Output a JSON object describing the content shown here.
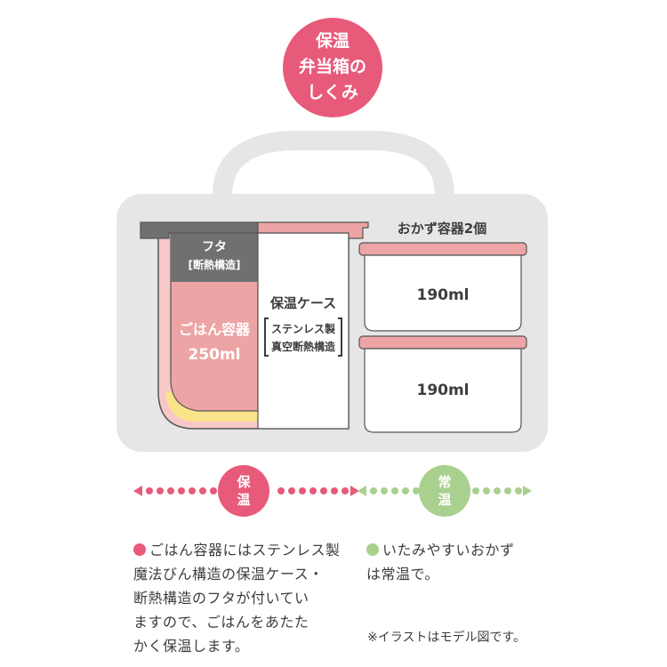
{
  "title": {
    "lines": [
      "保温",
      "弁当箱の",
      "しくみ"
    ]
  },
  "diagram": {
    "lid": {
      "name": "フタ",
      "sub": "[断熱構造]"
    },
    "rice": {
      "name": "ごはん容器",
      "volume": "250ml"
    },
    "case": {
      "name": "保温ケース",
      "sub_line1": "ステンレス製",
      "sub_line2": "真空断熱構造"
    },
    "side_label": "おかず容器2個",
    "side_containers": [
      {
        "volume": "190ml"
      },
      {
        "volume": "190ml"
      }
    ]
  },
  "legend": {
    "warm": {
      "label_line1": "保",
      "label_line2": "温",
      "color": "#e85a7a"
    },
    "room": {
      "label_line1": "常",
      "label_line2": "温",
      "color": "#a9d08e"
    }
  },
  "description": {
    "left": [
      "ごはん容器にはステンレス製",
      "魔法びん構造の保温ケース・",
      "断熱構造のフタが付いてい",
      "ますので、ごはんをあたた",
      "かく保温します。"
    ],
    "right": [
      "いたみやすいおかず",
      "は常温で。"
    ]
  },
  "note": "※イラストはモデル図です。",
  "colors": {
    "pink": "#e85a7a",
    "green": "#a9d08e",
    "bag_gray": "#e6e6e6",
    "lid_dark": "#707070",
    "rice_pink": "#eda4a4",
    "yellow": "#fbe38a"
  }
}
